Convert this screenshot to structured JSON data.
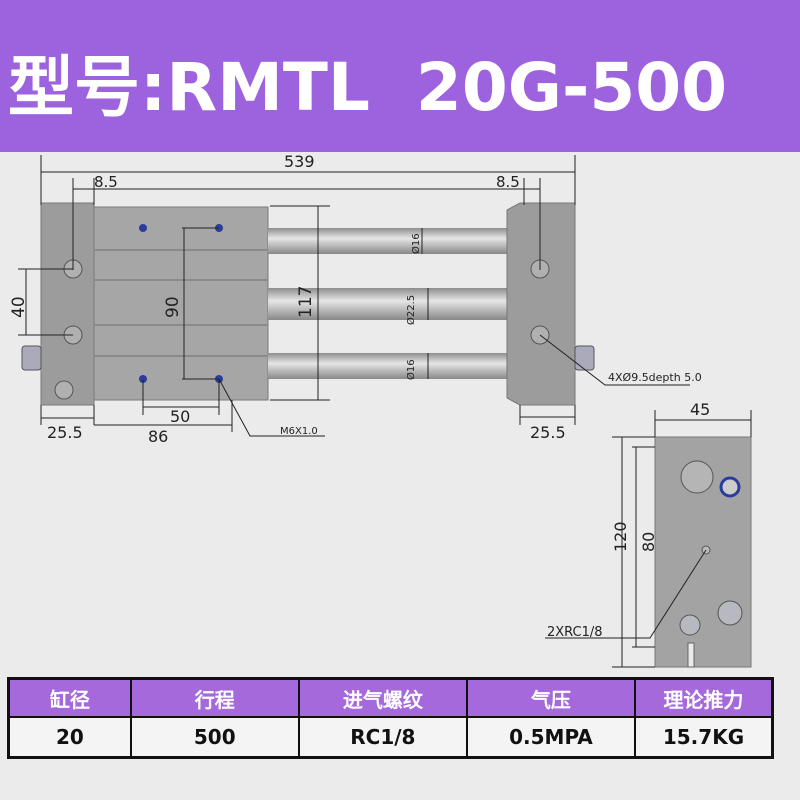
{
  "header": {
    "title": "型号:RMTL  20G-500",
    "background": "#9d62dd"
  },
  "drawing": {
    "front_view": {
      "overall_length": "539",
      "end_offset_left": "8.5",
      "end_offset_right": "8.5",
      "hole_pitch_left": "40",
      "bolt_span": "90",
      "body_height": "117",
      "rod_top_diameter": "Ø16",
      "rod_middle_diameter": "Ø22.5",
      "rod_bottom_diameter": "Ø16",
      "plate_width_left": "25.5",
      "plate_width_right": "25.5",
      "hole_spacing": "50",
      "body_length": "86",
      "thread_note": "M6X1.0",
      "hole_note": "4XØ9.5depth 5.0"
    },
    "side_view": {
      "width": "45",
      "height": "120",
      "port_height": "80",
      "port_note": "2XRC1/8"
    }
  },
  "spec_table": {
    "headers": [
      "缸径",
      "行程",
      "进气螺纹",
      "气压",
      "理论推力"
    ],
    "values": [
      "20",
      "500",
      "RC1/8",
      "0.5MPA",
      "15.7KG"
    ]
  }
}
